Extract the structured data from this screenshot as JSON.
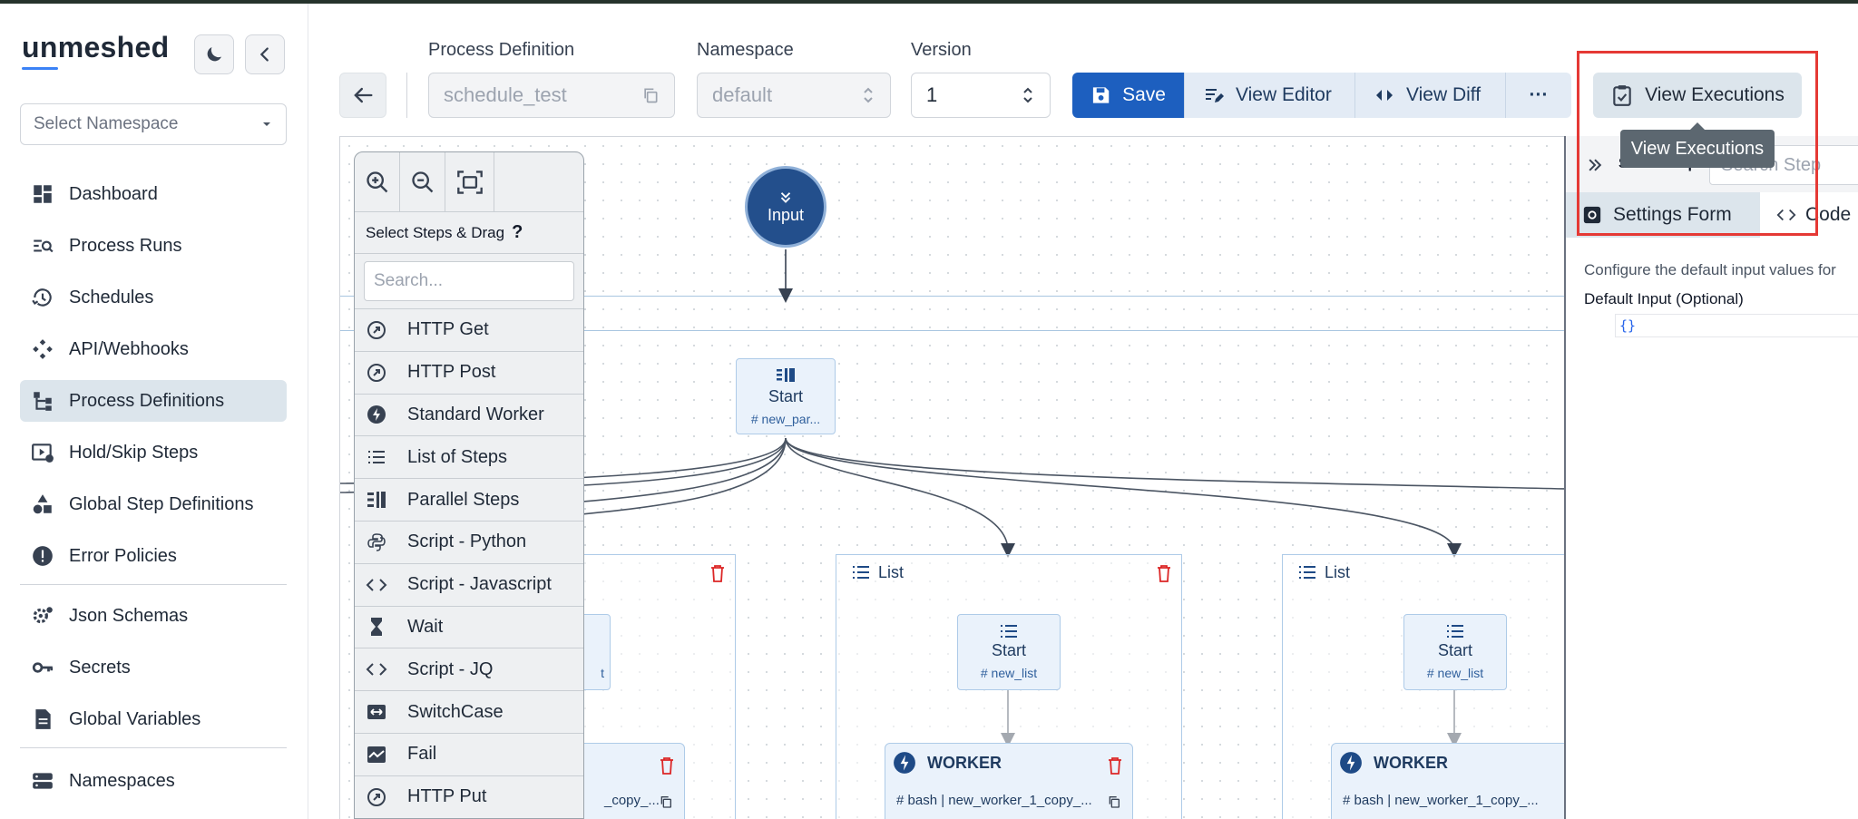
{
  "app": {
    "logo": "unmeshed",
    "namespace_placeholder": "Select Namespace"
  },
  "sidebar": {
    "items": [
      {
        "label": "Dashboard",
        "icon": "dashboard-icon"
      },
      {
        "label": "Process Runs",
        "icon": "process-runs-icon"
      },
      {
        "label": "Schedules",
        "icon": "schedules-icon"
      },
      {
        "label": "API/Webhooks",
        "icon": "webhooks-icon"
      },
      {
        "label": "Process Definitions",
        "icon": "process-definitions-icon",
        "active": true
      },
      {
        "label": "Hold/Skip Steps",
        "icon": "hold-skip-icon"
      },
      {
        "label": "Global Step Definitions",
        "icon": "global-steps-icon"
      },
      {
        "label": "Error Policies",
        "icon": "error-policies-icon"
      },
      {
        "label": "Json Schemas",
        "icon": "json-schemas-icon"
      },
      {
        "label": "Secrets",
        "icon": "key-icon"
      },
      {
        "label": "Global Variables",
        "icon": "document-icon"
      },
      {
        "label": "Namespaces",
        "icon": "namespaces-icon"
      }
    ]
  },
  "header": {
    "process_definition_label": "Process Definition",
    "process_definition_value": "schedule_test",
    "namespace_label": "Namespace",
    "namespace_value": "default",
    "version_label": "Version",
    "version_value": "1",
    "save_label": "Save",
    "view_editor_label": "View Editor",
    "view_diff_label": "View Diff",
    "more_label": "···",
    "view_executions_label": "View Executions",
    "tooltip": "View Executions"
  },
  "palette": {
    "title": "Select Steps & Drag",
    "help": "?",
    "search_placeholder": "Search...",
    "items": [
      {
        "label": "HTTP Get",
        "icon": "http-icon"
      },
      {
        "label": "HTTP Post",
        "icon": "http-icon"
      },
      {
        "label": "Standard Worker",
        "icon": "worker-icon"
      },
      {
        "label": "List of Steps",
        "icon": "list-icon"
      },
      {
        "label": "Parallel Steps",
        "icon": "parallel-icon"
      },
      {
        "label": "Script - Python",
        "icon": "python-icon"
      },
      {
        "label": "Script - Javascript",
        "icon": "code-icon"
      },
      {
        "label": "Wait",
        "icon": "hourglass-icon"
      },
      {
        "label": "Script - JQ",
        "icon": "code-icon"
      },
      {
        "label": "SwitchCase",
        "icon": "switch-icon"
      },
      {
        "label": "Fail",
        "icon": "fail-icon"
      },
      {
        "label": "HTTP Put",
        "icon": "http-icon"
      }
    ]
  },
  "canvas": {
    "input_node": "Input",
    "parallel_start": {
      "title": "Start",
      "sub": "# new_par..."
    },
    "list_label": "List",
    "list_start_title": "Start",
    "list_start_sub": "# new_list",
    "partial_list_start_sub": "t",
    "worker_title": "WORKER",
    "worker_sub": "# bash | new_worker_1_copy_...",
    "partial_worker_sub": "_copy_..."
  },
  "right_panel": {
    "select_step_label": "Select Step",
    "search_placeholder": "Search Step",
    "tab_settings": "Settings Form",
    "tab_code": "Code",
    "description": "Configure the default input values for",
    "default_input_label": "Default Input (Optional)",
    "default_input_value": "{}"
  },
  "colors": {
    "primary": "#1d5fbf",
    "accent_node": "#234f8c",
    "highlight": "#e53935",
    "active_nav": "#dce5ec"
  }
}
